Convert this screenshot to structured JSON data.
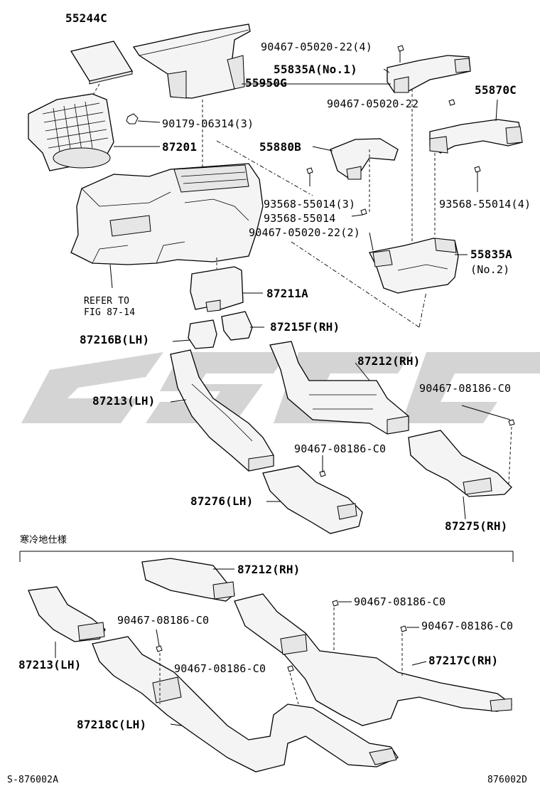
{
  "labels": {
    "p55244C": "55244C",
    "p90467_05020_22_4": "90467-05020-22(4)",
    "p55835A_no1": "55835A(No.1)",
    "p55950G": "55950G",
    "p90467_05020_22": "90467-05020-22",
    "p55870C": "55870C",
    "p90179_06314_3": "90179-06314(3)",
    "p87201": "87201",
    "p55880B": "55880B",
    "p93568_55014_3": "93568-55014(3)",
    "p93568_55014_4": "93568-55014(4)",
    "p93568_55014": "93568-55014",
    "p90467_05020_22_2": "90467-05020-22(2)",
    "p55835A": "55835A",
    "p55835A_no2": "(No.2)",
    "refer_to": "REFER TO",
    "fig_ref": "FIG 87-14",
    "p87211A": "87211A",
    "p87215F_rh": "87215F(RH)",
    "p87216B_lh": "87216B(LH)",
    "p87212_rh_top": "87212(RH)",
    "p90467_08186_C0_a": "90467-08186-C0",
    "p87213_lh_top": "87213(LH)",
    "p90467_08186_C0_b": "90467-08186-C0",
    "p87276_lh": "87276(LH)",
    "p87275_rh": "87275(RH)",
    "cold_spec": "寒冷地仕様",
    "p87212_rh_bot": "87212(RH)",
    "p90467_08186_C0_c": "90467-08186-C0",
    "p90467_08186_C0_d": "90467-08186-C0",
    "p90467_08186_C0_e": "90467-08186-C0",
    "p87213_lh_bot": "87213(LH)",
    "p87217C_rh": "87217C(RH)",
    "p90467_08186_C0_f": "90467-08186-C0",
    "p87218C_lh": "87218C(LH)",
    "footer_left": "S-876002A",
    "footer_right": "876002D"
  }
}
